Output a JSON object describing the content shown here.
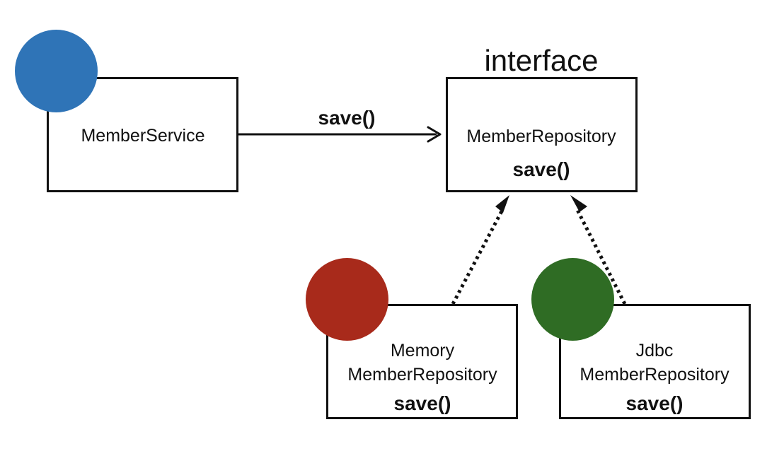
{
  "diagram": {
    "interface_title": "interface",
    "service": {
      "name": "MemberService",
      "color": "#2f74b7"
    },
    "call": {
      "method": "save()"
    },
    "interface": {
      "name": "MemberRepository",
      "method": "save()"
    },
    "memory_impl": {
      "line1": "Memory",
      "line2": "MemberRepository",
      "method": "save()",
      "color": "#a82a1b"
    },
    "jdbc_impl": {
      "line1": "Jdbc",
      "line2": "MemberRepository",
      "method": "save()",
      "color": "#2f6c24"
    },
    "arrow_color": "#111111"
  }
}
